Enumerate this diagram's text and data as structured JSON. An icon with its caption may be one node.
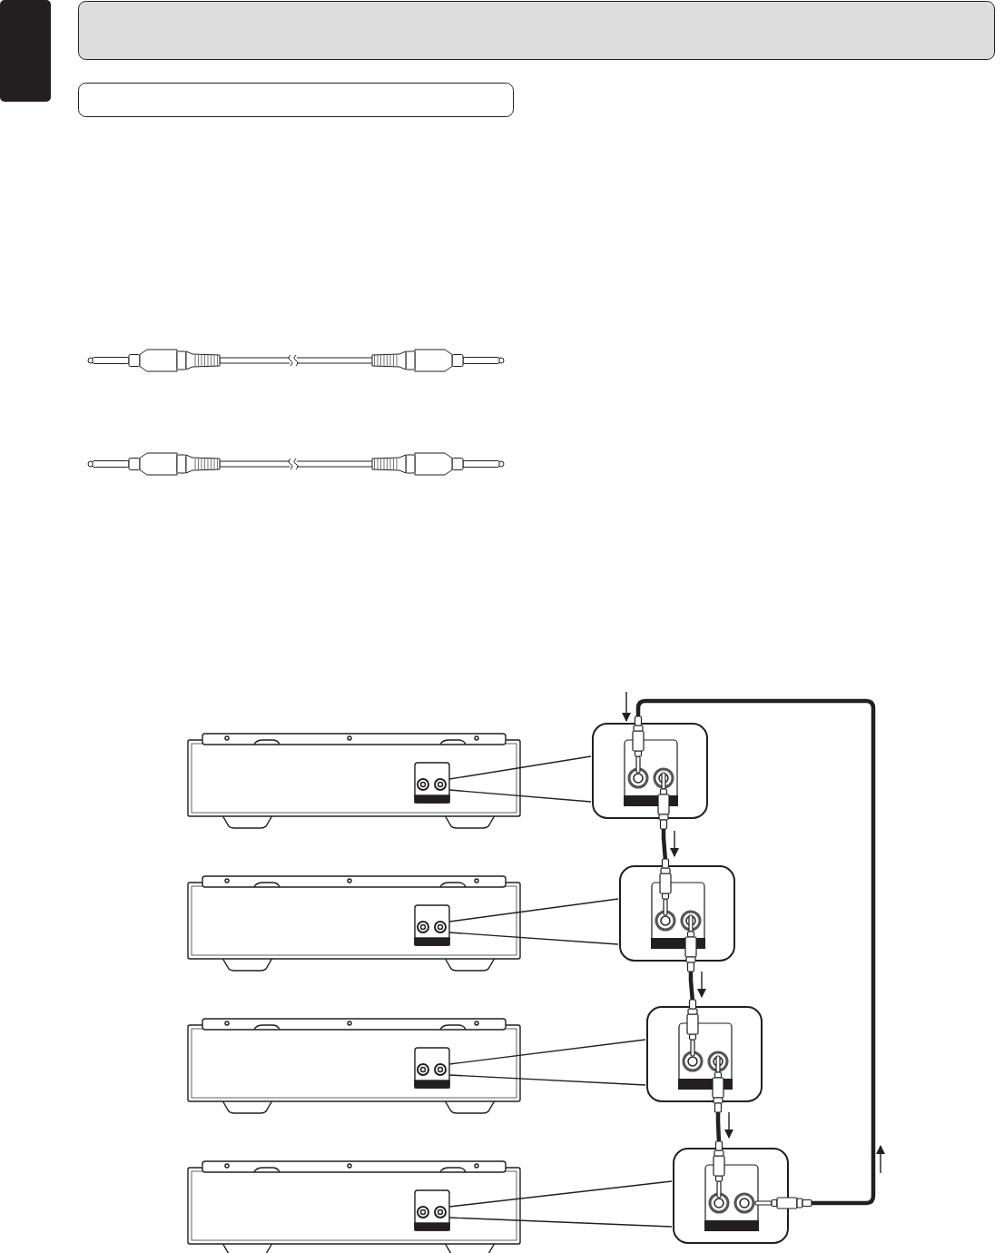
{
  "diagram": {
    "nodes": [
      {
        "text": [],
        "shape": "box"
      },
      {
        "text": [],
        "shape": "box"
      },
      {
        "text": [],
        "shape": "box"
      },
      {
        "text": [],
        "shape": "box"
      },
      {
        "text": [],
        "shape": "box"
      },
      {
        "text": [],
        "shape": "box"
      },
      {
        "text": [],
        "shape": "box"
      },
      {
        "text": [],
        "shape": "box"
      },
      {
        "text": [],
        "shape": "box"
      },
      {
        "text": [],
        "shape": "box"
      },
      {
        "text": [],
        "shape": "box"
      }
    ],
    "edges": [
      {
        "from": 3,
        "to": 7,
        "arrow": "none"
      },
      {
        "from": 4,
        "to": 8,
        "arrow": "none"
      },
      {
        "from": 5,
        "to": 9,
        "arrow": "none"
      },
      {
        "from": 6,
        "to": 10,
        "arrow": "none"
      },
      {
        "from": 7,
        "to": 8,
        "arrow": "other",
        "style": "thick"
      },
      {
        "from": 8,
        "to": 9,
        "arrow": "other",
        "style": "thick"
      },
      {
        "from": 9,
        "to": 10,
        "arrow": "other",
        "style": "thick"
      },
      {
        "from": 10,
        "to": 7,
        "arrow": "other",
        "style": "thick"
      }
    ]
  }
}
